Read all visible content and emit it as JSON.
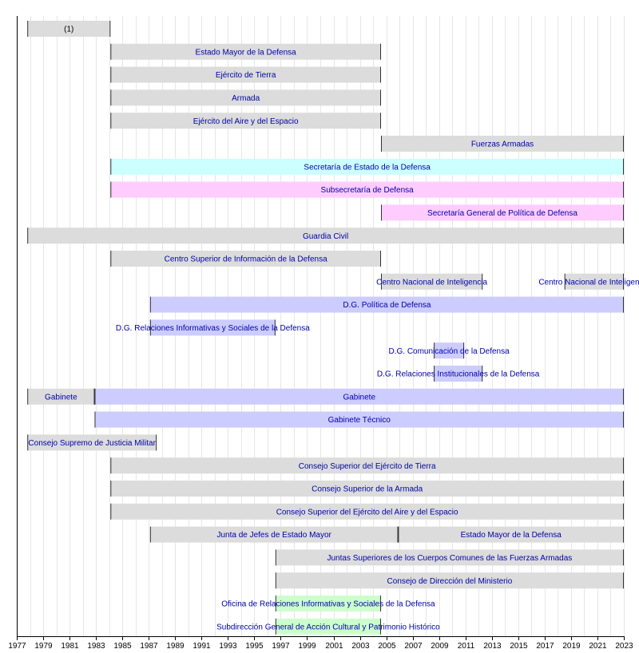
{
  "chart_data": {
    "type": "timeline",
    "x_range": [
      1977,
      2023
    ],
    "x_ticks": [
      "1977",
      "1979",
      "1981",
      "1983",
      "1985",
      "1987",
      "1989",
      "1991",
      "1993",
      "1995",
      "1997",
      "1999",
      "2001",
      "2003",
      "2005",
      "2007",
      "2009",
      "2011",
      "2013",
      "2015",
      "2017",
      "2019",
      "2021",
      "2023"
    ],
    "grid": "vertical",
    "bars": [
      {
        "row": 0,
        "label": "(1)",
        "start": 1977.8,
        "end": 1984.1,
        "color": "#dcdcdc",
        "plain": true
      },
      {
        "row": 1,
        "label": "Estado Mayor de la Defensa",
        "start": 1984.1,
        "end": 2004.6,
        "color": "#dcdcdc"
      },
      {
        "row": 2,
        "label": "Ejército de Tierra",
        "start": 1984.1,
        "end": 2004.6,
        "color": "#dcdcdc"
      },
      {
        "row": 3,
        "label": "Armada",
        "start": 1984.1,
        "end": 2004.6,
        "color": "#dcdcdc"
      },
      {
        "row": 4,
        "label": "Ejército del Aire y del Espacio",
        "start": 1984.1,
        "end": 2004.6,
        "color": "#dcdcdc"
      },
      {
        "row": 5,
        "label": "Fuerzas Armadas",
        "start": 2004.6,
        "end": 2023,
        "color": "#dcdcdc"
      },
      {
        "row": 6,
        "label": "Secretaría de Estado de la Defensa",
        "start": 1984.1,
        "end": 2023,
        "color": "#ccffff"
      },
      {
        "row": 7,
        "label": "Subsecretaría de Defensa",
        "start": 1984.1,
        "end": 2023,
        "color": "#ffccff"
      },
      {
        "row": 8,
        "label": "Secretaría General de Política de Defensa",
        "start": 2004.6,
        "end": 2023,
        "color": "#ffccff"
      },
      {
        "row": 9,
        "label": "Guardia Civil",
        "start": 1977.8,
        "end": 2023,
        "color": "#dcdcdc"
      },
      {
        "row": 10,
        "label": "Centro Superior de Información de la Defensa",
        "start": 1984.1,
        "end": 2004.6,
        "color": "#dcdcdc"
      },
      {
        "row": 11,
        "label": "Centro Nacional de Inteligencia",
        "start": 2004.6,
        "end": 2012.3,
        "color": "#dcdcdc"
      },
      {
        "row": 11,
        "label": "Centro Nacional de Inteligencia",
        "start": 2018.5,
        "end": 2023,
        "color": "#dcdcdc"
      },
      {
        "row": 12,
        "label": "D.G. Política de Defensa",
        "start": 1987.1,
        "end": 2023,
        "color": "#ccccff"
      },
      {
        "row": 13,
        "label": "D.G. Relaciones Informativas y Sociales de la Defensa",
        "start": 1987.1,
        "end": 1996.6,
        "color": "#ccccff"
      },
      {
        "row": 14,
        "label": "D.G. Comunicación de la Defensa",
        "start": 2008.6,
        "end": 2010.9,
        "color": "#ccccff"
      },
      {
        "row": 15,
        "label": "D.G. Relaciones Institucionales de la Defensa",
        "start": 2008.6,
        "end": 2012.3,
        "color": "#ccccff"
      },
      {
        "row": 16,
        "label": "Gabinete",
        "start": 1977.8,
        "end": 1982.9,
        "color": "#dcdcdc"
      },
      {
        "row": 16,
        "label": "Gabinete",
        "start": 1982.9,
        "end": 2023,
        "color": "#ccccff"
      },
      {
        "row": 17,
        "label": "Gabinete Técnico",
        "start": 1982.9,
        "end": 2023,
        "color": "#ccccff"
      },
      {
        "row": 18,
        "label": "Consejo Supremo de Justicia Militar",
        "start": 1977.8,
        "end": 1987.6,
        "color": "#dcdcdc"
      },
      {
        "row": 19,
        "label": "Consejo Superior del Ejército de Tierra",
        "start": 1984.1,
        "end": 2023,
        "color": "#dcdcdc"
      },
      {
        "row": 20,
        "label": "Consejo Superior de la Armada",
        "start": 1984.1,
        "end": 2023,
        "color": "#dcdcdc"
      },
      {
        "row": 21,
        "label": "Consejo Superior del Ejército del Aire y del Espacio",
        "start": 1984.1,
        "end": 2023,
        "color": "#dcdcdc"
      },
      {
        "row": 22,
        "label": "Junta de Jefes de Estado Mayor",
        "start": 1987.1,
        "end": 2005.9,
        "color": "#dcdcdc"
      },
      {
        "row": 22,
        "label": "Estado Mayor de la Defensa",
        "start": 2005.9,
        "end": 2023,
        "color": "#dcdcdc"
      },
      {
        "row": 23,
        "label": "Juntas Superiores de los Cuerpos Comunes de las Fuerzas Armadas",
        "start": 1996.6,
        "end": 2023,
        "color": "#dcdcdc"
      },
      {
        "row": 24,
        "label": "Consejo de Dirección del Ministerio",
        "start": 1996.6,
        "end": 2023,
        "color": "#dcdcdc"
      },
      {
        "row": 25,
        "label": "Oficina de Relaciones Informativas y Sociales de la Defensa",
        "start": 1996.6,
        "end": 2004.6,
        "color": "#ccffcc"
      },
      {
        "row": 26,
        "label": "Subdirección General de Acción Cultural y Patrimonio Histórico",
        "start": 1996.6,
        "end": 2004.6,
        "color": "#ccffcc"
      }
    ]
  }
}
